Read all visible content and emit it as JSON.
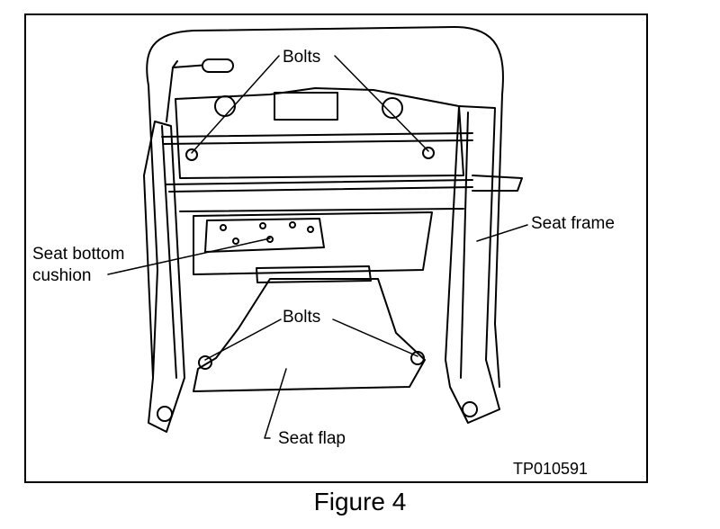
{
  "figure": {
    "caption": "Figure 4",
    "code": "TP010591"
  },
  "labels": {
    "bolts_top": "Bolts",
    "seat_frame": "Seat frame",
    "seat_bottom_cushion_line1": "Seat bottom",
    "seat_bottom_cushion_line2": "cushion",
    "bolts_bottom": "Bolts",
    "seat_flap": "Seat flap"
  },
  "colors": {
    "ink": "#000000",
    "paper": "#ffffff"
  }
}
